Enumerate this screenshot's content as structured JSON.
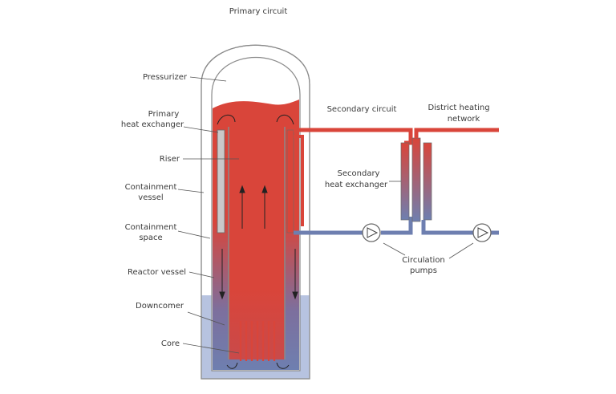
{
  "labels": {
    "primary_circuit": "Primary circuit",
    "pressurizer": "Pressurizer",
    "primary_hx_1": "Primary",
    "primary_hx_2": "heat exchanger",
    "riser": "Riser",
    "containment_vessel_1": "Containment",
    "containment_vessel_2": "vessel",
    "containment_space_1": "Containment",
    "containment_space_2": "space",
    "reactor_vessel": "Reactor vessel",
    "downcomer": "Downcomer",
    "core": "Core",
    "secondary_circuit": "Secondary circuit",
    "district_heating_1": "District heating",
    "district_heating_2": "network",
    "secondary_hx_1": "Secondary",
    "secondary_hx_2": "heat exchanger",
    "circulation_pumps_1": "Circulation",
    "circulation_pumps_2": "pumps"
  },
  "colors": {
    "hot": "#d9453a",
    "cold": "#6e7fb0",
    "pool": "#b7c3e0",
    "outline": "#8a8a8a",
    "text": "#3a3a3a"
  }
}
